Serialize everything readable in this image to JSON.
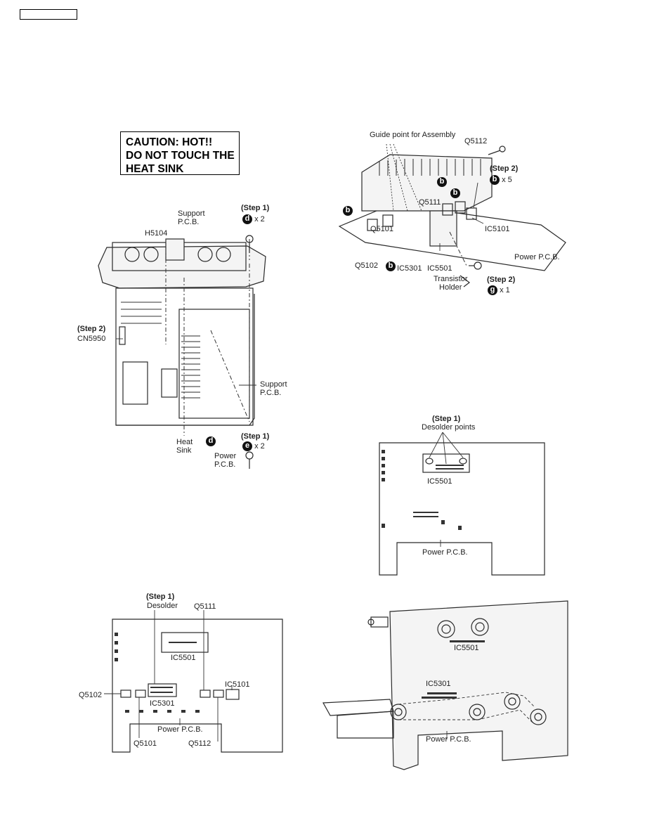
{
  "caution": {
    "line1": "CAUTION: HOT!!",
    "line2": "DO NOT TOUCH THE",
    "line3": "HEAT SINK"
  },
  "fig1": {
    "support_pcb_top": [
      "Support",
      "P.C.B."
    ],
    "h5104": "H5104",
    "step1_top": "(Step 1)",
    "badge_d": "d",
    "x2": "x 2",
    "step2": "(Step 2)",
    "cn5950": "CN5950",
    "support_pcb_right": [
      "Support",
      "P.C.B."
    ],
    "heat_sink": [
      "Heat",
      "Sink"
    ],
    "power_pcb": [
      "Power",
      "P.C.B."
    ],
    "step1_bottom": "(Step 1)",
    "badge_e": "e"
  },
  "fig2": {
    "guide_point": "Guide point for Assembly",
    "q5112": "Q5112",
    "step2_top": "(Step 2)",
    "badge_b": "b",
    "x5": "x 5",
    "q5111": "Q5111",
    "q5101": "Q5101",
    "ic5101": "IC5101",
    "power_pcb": "Power P.C.B.",
    "q5102": "Q5102",
    "ic5301": "IC5301",
    "ic5501": "IC5501",
    "transistor_holder": [
      "Transistor",
      "Holder"
    ],
    "step2_bottom": "(Step 2)",
    "badge_g": "g",
    "x1": "x 1"
  },
  "fig3": {
    "step1": "(Step 1)",
    "desolder_points": "Desolder points",
    "ic5501": "IC5501",
    "power_pcb": "Power P.C.B."
  },
  "fig4": {
    "step1": "(Step 1)",
    "desolder": "Desolder",
    "q5111": "Q5111",
    "ic5501": "IC5501",
    "ic5101": "IC5101",
    "q5102": "Q5102",
    "ic5301": "IC5301",
    "power_pcb": "Power P.C.B.",
    "q5101": "Q5101",
    "q5112": "Q5112"
  },
  "fig5": {
    "ic5501": "IC5501",
    "ic5301": "IC5301",
    "power_pcb": "Power P.C.B."
  }
}
